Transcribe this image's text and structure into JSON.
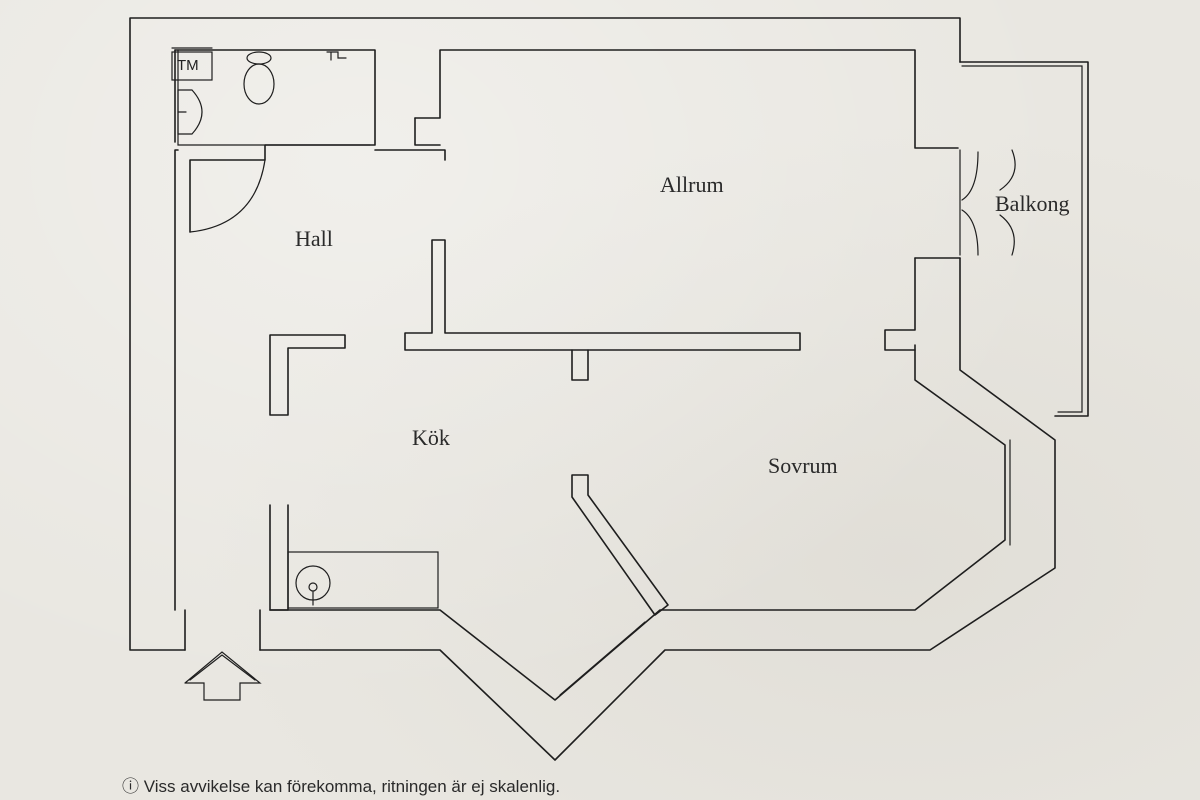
{
  "rooms": {
    "allrum": "Allrum",
    "hall": "Hall",
    "kok": "Kök",
    "sovrum": "Sovrum",
    "balkong": "Balkong"
  },
  "fixtures": {
    "tm": "TM"
  },
  "entrance": {
    "icon": "entrance-arrow-icon"
  },
  "footer": {
    "info_icon": "info-icon",
    "disclaimer": "ⓘ Viss avvikelse kan förekomma, ritningen är ej skalenlig."
  },
  "colors": {
    "paper": "#e9e7e1",
    "ink": "#1e1e1e"
  }
}
